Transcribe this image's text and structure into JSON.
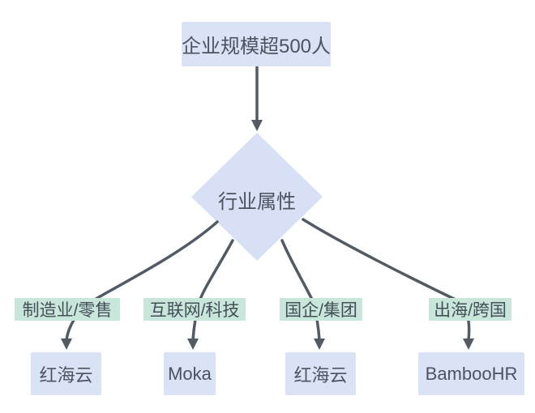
{
  "flowchart": {
    "root": {
      "label": "企业规模超500人"
    },
    "decision": {
      "label": "行业属性"
    },
    "branches": [
      {
        "condition": "制造业/零售",
        "result": "红海云"
      },
      {
        "condition": "互联网/科技",
        "result": "Moka"
      },
      {
        "condition": "国企/集团",
        "result": "红海云"
      },
      {
        "condition": "出海/跨国",
        "result": "BambooHR"
      }
    ],
    "colors": {
      "background": "#ffffff",
      "node_fill": "#dae3f6",
      "diamond_fill": "#d7e0f5",
      "condition_fill": "#c8e6da",
      "text": "#4b545e",
      "connector": "#525b64"
    }
  }
}
